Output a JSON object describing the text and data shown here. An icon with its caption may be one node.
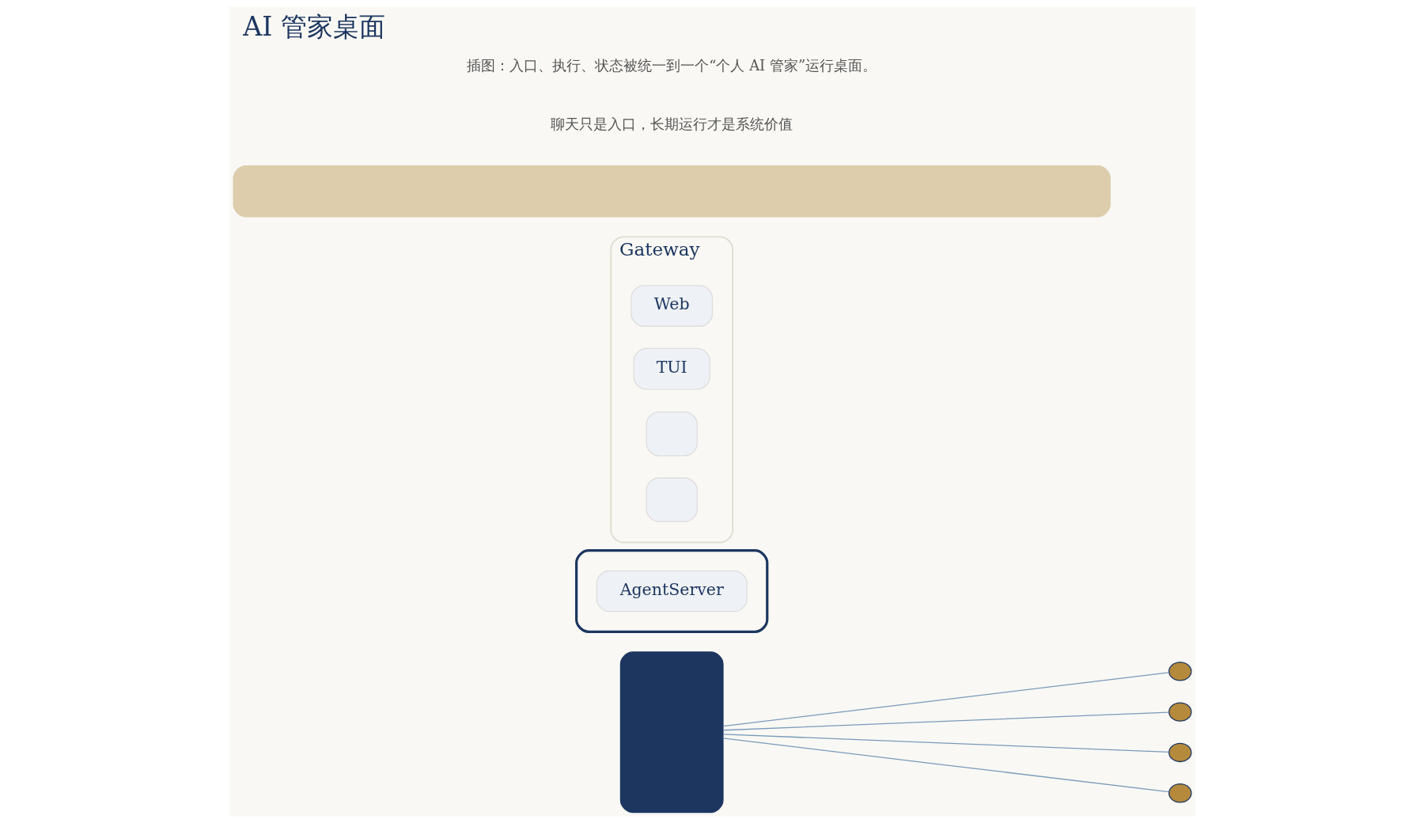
{
  "diagram": {
    "title": "AI 管家桌面",
    "caption": "插图：入口、执行、状态被统一到一个“个人 AI 管家”运行桌面。",
    "nodes": [
      {
        "text": [],
        "shape": "person"
      },
      {
        "text": [],
        "shape": "box"
      },
      {
        "text": [
          "AgentServer"
        ],
        "in": 1
      },
      {
        "text": [
          "Gateway"
        ]
      },
      {
        "text": [
          "Web"
        ],
        "in": 3
      },
      {
        "text": [
          "TUI"
        ],
        "in": 3
      },
      {
        "text": [],
        "shape": "box",
        "in": 3
      },
      {
        "text": [],
        "shape": "box",
        "in": 3
      },
      {
        "text": [],
        "shape": "bar"
      },
      {
        "text": [],
        "shape": "circle"
      },
      {
        "text": [],
        "shape": "circle"
      },
      {
        "text": [],
        "shape": "circle"
      },
      {
        "text": [],
        "shape": "circle"
      }
    ],
    "edges": [
      {
        "from": 0,
        "to": 9,
        "arrow": "none"
      },
      {
        "from": 0,
        "to": 10,
        "arrow": "none"
      },
      {
        "from": 0,
        "to": 11,
        "arrow": "none"
      },
      {
        "from": 0,
        "to": 12,
        "arrow": "none"
      }
    ],
    "labels": [
      "聊天只是入口，长期运行才是系统价值"
    ]
  }
}
